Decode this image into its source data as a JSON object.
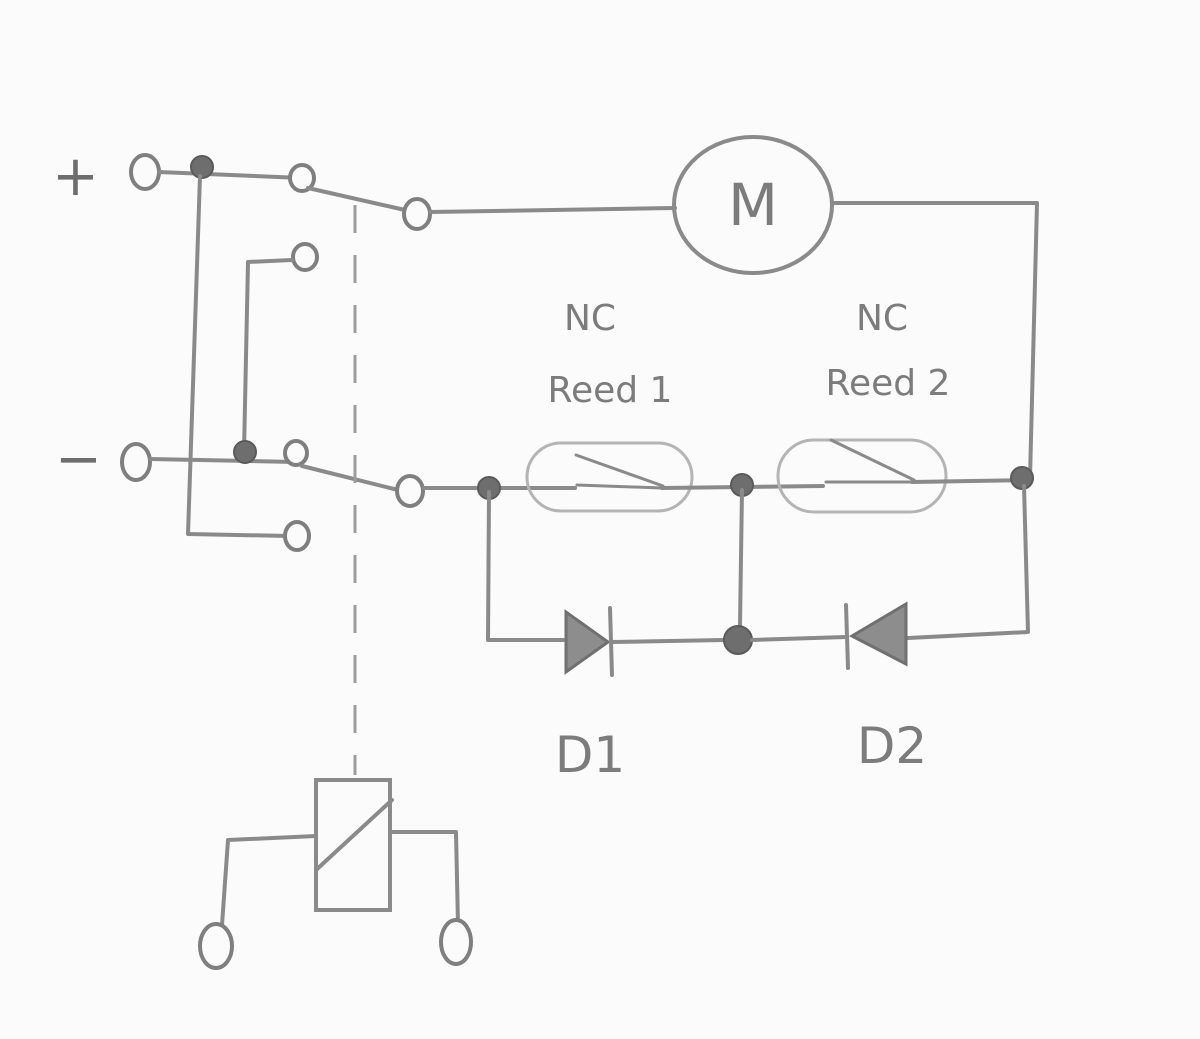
{
  "diagram": {
    "plus_sign": "+",
    "minus_sign": "−",
    "motor_label": "M",
    "reed1_type": "NC",
    "reed1_name": "Reed 1",
    "reed2_type": "NC",
    "reed2_name": "Reed 2",
    "diode1_label": "D1",
    "diode2_label": "D2"
  },
  "colors": {
    "paper": "#fbfbfb",
    "pencil": "#8a8a8a"
  }
}
